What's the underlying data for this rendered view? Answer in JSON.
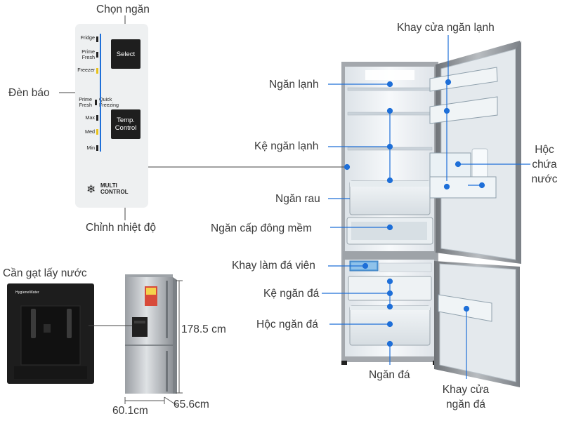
{
  "control_panel": {
    "callout_select": "Chọn ngăn",
    "callout_indicator": "Đèn báo",
    "callout_temp": "Chỉnh nhiệt độ",
    "zone_labels": [
      "Fridge",
      "Prime Fresh",
      "Freezer",
      "Prime Fresh",
      "Max",
      "Med",
      "Min"
    ],
    "quick_freezing": "Quick Freezing",
    "select_button": "Select",
    "temp_button": "Temp. Control",
    "brand": "MULTI CONTROL"
  },
  "dispenser": {
    "callout": "Cần gạt lấy nước",
    "brand": "HygieneWater"
  },
  "dimensions": {
    "height": "178.5 cm",
    "width": "60.1cm",
    "depth": "65.6cm"
  },
  "fridge_labels": {
    "door_tray_fridge": "Khay cửa ngăn lạnh",
    "fridge_compartment": "Ngăn lạnh",
    "fridge_shelf": "Kệ ngăn lạnh",
    "water_tank": "Hộc chứa nước",
    "vegetable_drawer": "Ngăn rau",
    "soft_freeze": "Ngăn cấp đông mềm",
    "ice_tray": "Khay làm đá viên",
    "freezer_shelf": "Kệ ngăn đá",
    "freezer_drawer": "Hộc ngăn đá",
    "freezer_compartment": "Ngăn đá",
    "door_tray_freezer": "Khay cửa ngăn đá"
  },
  "colors": {
    "accent_blue": "#1e6fd8",
    "panel_bg": "#eef0f1",
    "steel": "#8f9499"
  }
}
